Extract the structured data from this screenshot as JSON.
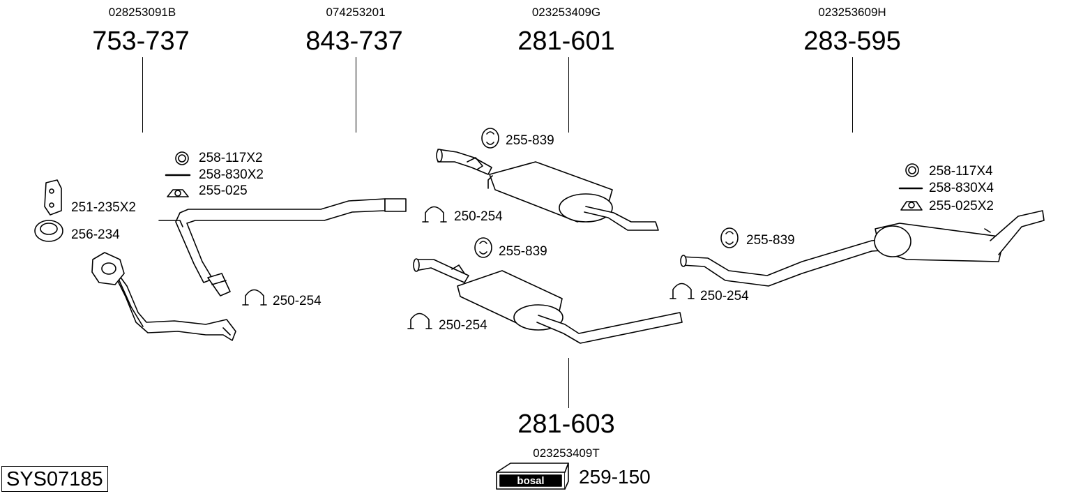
{
  "groups": [
    {
      "oem": "028253091B",
      "part": "753-737"
    },
    {
      "oem": "074253201",
      "part": "843-737"
    },
    {
      "oem": "023253409G",
      "part": "281-601"
    },
    {
      "oem": "023253609H",
      "part": "283-595"
    },
    {
      "oem": "023253409T",
      "part": "281-603"
    }
  ],
  "small_parts": {
    "a1": "258-117X2",
    "a2": "258-830X2",
    "a3": "255-025",
    "a4": "251-235X2",
    "a5": "256-234",
    "a6": "250-254",
    "b1": "255-839",
    "b2": "250-254",
    "b3": "255-839",
    "b4": "250-254",
    "c1": "258-117X4",
    "c2": "258-830X4",
    "c3": "255-025X2",
    "c4": "255-839",
    "c5": "250-254"
  },
  "system_id": "SYS07185",
  "brand": {
    "logo": "bosal",
    "part": "259-150"
  }
}
